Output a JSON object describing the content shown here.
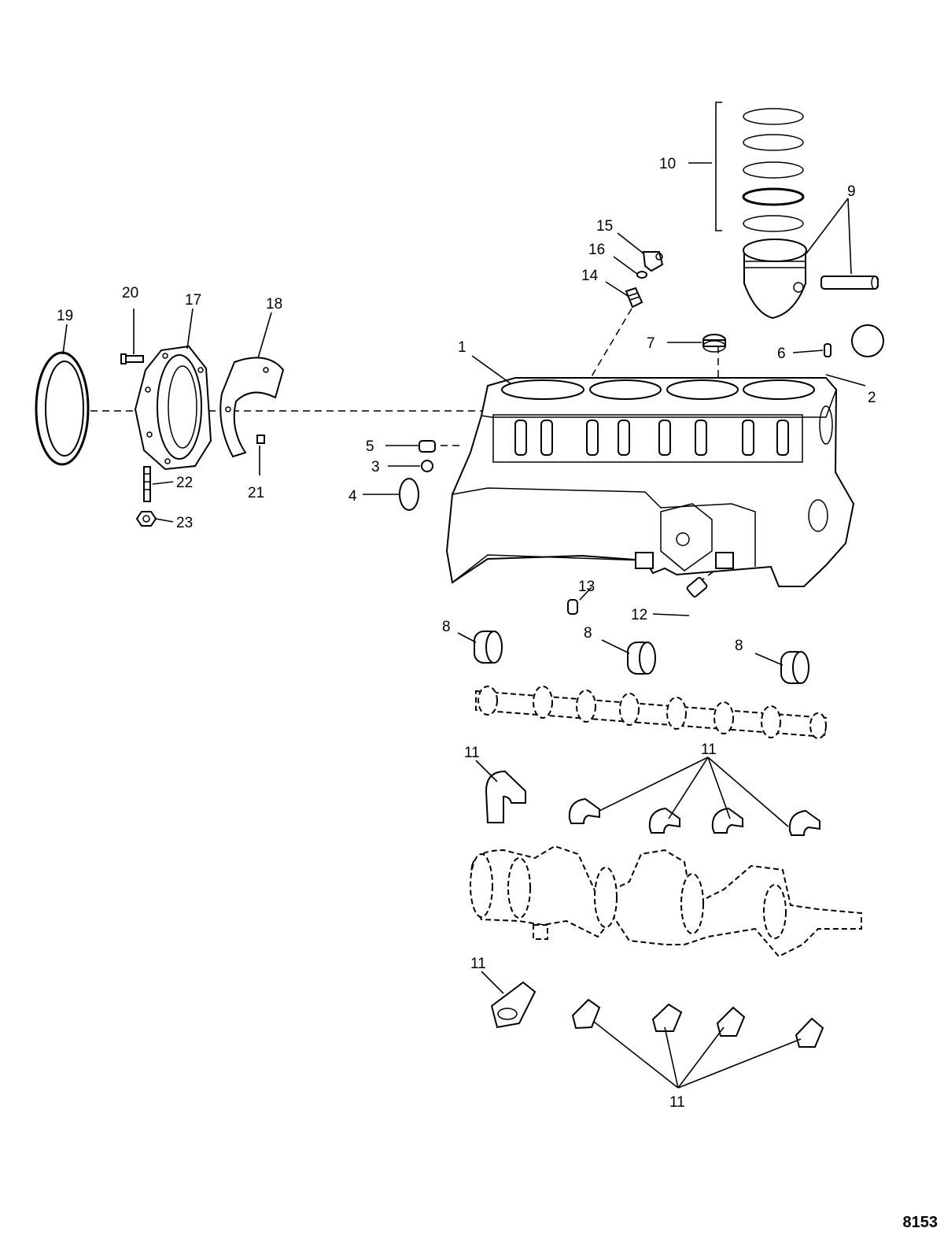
{
  "figure_number": "8153",
  "callouts": {
    "c1": "1",
    "c2": "2",
    "c3": "3",
    "c4": "4",
    "c5": "5",
    "c6": "6",
    "c7": "7",
    "c8": "8",
    "c9": "9",
    "c10": "10",
    "c11": "11",
    "c12": "12",
    "c13": "13",
    "c14": "14",
    "c15": "15",
    "c16": "16",
    "c17": "17",
    "c18": "18",
    "c19": "19",
    "c20": "20",
    "c21": "21",
    "c22": "22",
    "c23": "23"
  }
}
